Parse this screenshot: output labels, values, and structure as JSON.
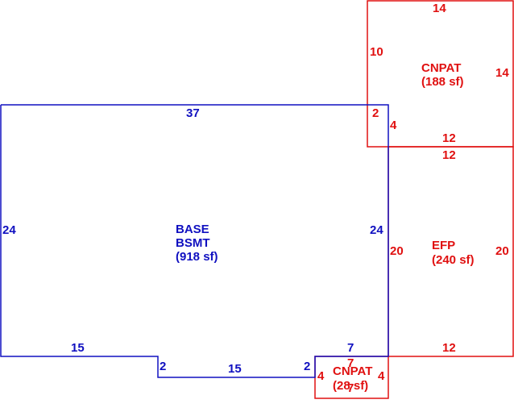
{
  "colors": {
    "base": "#1010c0",
    "addition": "#e01010"
  },
  "areas": {
    "base": {
      "line1": "BASE",
      "line2": "BSMT",
      "line3": "(918 sf)"
    },
    "cnpat_top": {
      "line1": "CNPAT",
      "line2": "(188 sf)"
    },
    "efp": {
      "line1": "EFP",
      "line2": "(240 sf)"
    },
    "cnpat_bottom": {
      "line1": "CNPAT",
      "line2": "(28 sf)"
    }
  },
  "dimensions": {
    "base_top": "37",
    "base_left": "24",
    "base_right": "24",
    "base_bottom_left": "15",
    "base_notch_left": "2",
    "base_notch_bottom": "15",
    "base_notch_right": "2",
    "base_bottom_right": "7",
    "cnpat_top_top": "14",
    "cnpat_top_left": "10",
    "cnpat_top_right": "14",
    "cnpat_top_jog": "2",
    "cnpat_top_jog_side": "4",
    "cnpat_top_bottom": "12",
    "efp_top": "12",
    "efp_left": "20",
    "efp_right": "20",
    "efp_bottom": "12",
    "cnpat_bottom_top": "7",
    "cnpat_bottom_left": "4",
    "cnpat_bottom_right": "4",
    "cnpat_bottom_bottom": "7"
  }
}
